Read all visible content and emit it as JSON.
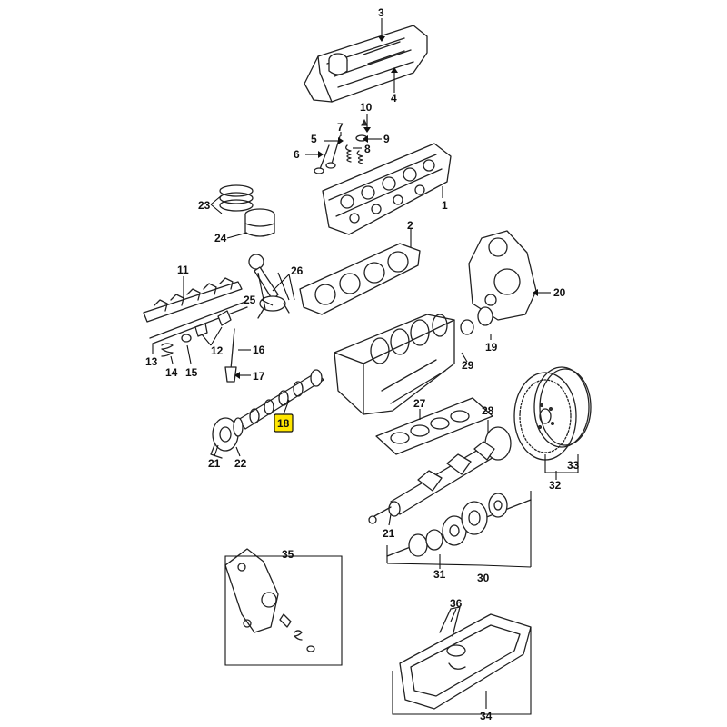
{
  "highlight": {
    "color": "#ffe600"
  },
  "callouts": [
    {
      "id": "c1",
      "label": "1"
    },
    {
      "id": "c2",
      "label": "2"
    },
    {
      "id": "c3",
      "label": "3"
    },
    {
      "id": "c4",
      "label": "4"
    },
    {
      "id": "c5",
      "label": "5"
    },
    {
      "id": "c6",
      "label": "6"
    },
    {
      "id": "c7",
      "label": "7"
    },
    {
      "id": "c8",
      "label": "8"
    },
    {
      "id": "c9",
      "label": "9"
    },
    {
      "id": "c10",
      "label": "10"
    },
    {
      "id": "c11",
      "label": "11"
    },
    {
      "id": "c12",
      "label": "12"
    },
    {
      "id": "c13",
      "label": "13"
    },
    {
      "id": "c14",
      "label": "14"
    },
    {
      "id": "c15",
      "label": "15"
    },
    {
      "id": "c16",
      "label": "16"
    },
    {
      "id": "c17",
      "label": "17"
    },
    {
      "id": "c18",
      "label": "18",
      "highlighted": true
    },
    {
      "id": "c19",
      "label": "19"
    },
    {
      "id": "c20",
      "label": "20"
    },
    {
      "id": "c21a",
      "label": "21"
    },
    {
      "id": "c21b",
      "label": "21"
    },
    {
      "id": "c22",
      "label": "22"
    },
    {
      "id": "c23",
      "label": "23"
    },
    {
      "id": "c24",
      "label": "24"
    },
    {
      "id": "c25",
      "label": "25"
    },
    {
      "id": "c26",
      "label": "26"
    },
    {
      "id": "c27",
      "label": "27"
    },
    {
      "id": "c28",
      "label": "28"
    },
    {
      "id": "c29",
      "label": "29"
    },
    {
      "id": "c30",
      "label": "30"
    },
    {
      "id": "c31",
      "label": "31"
    },
    {
      "id": "c32",
      "label": "32"
    },
    {
      "id": "c33",
      "label": "33"
    },
    {
      "id": "c34",
      "label": "34"
    },
    {
      "id": "c35",
      "label": "35"
    },
    {
      "id": "c36",
      "label": "36"
    }
  ]
}
